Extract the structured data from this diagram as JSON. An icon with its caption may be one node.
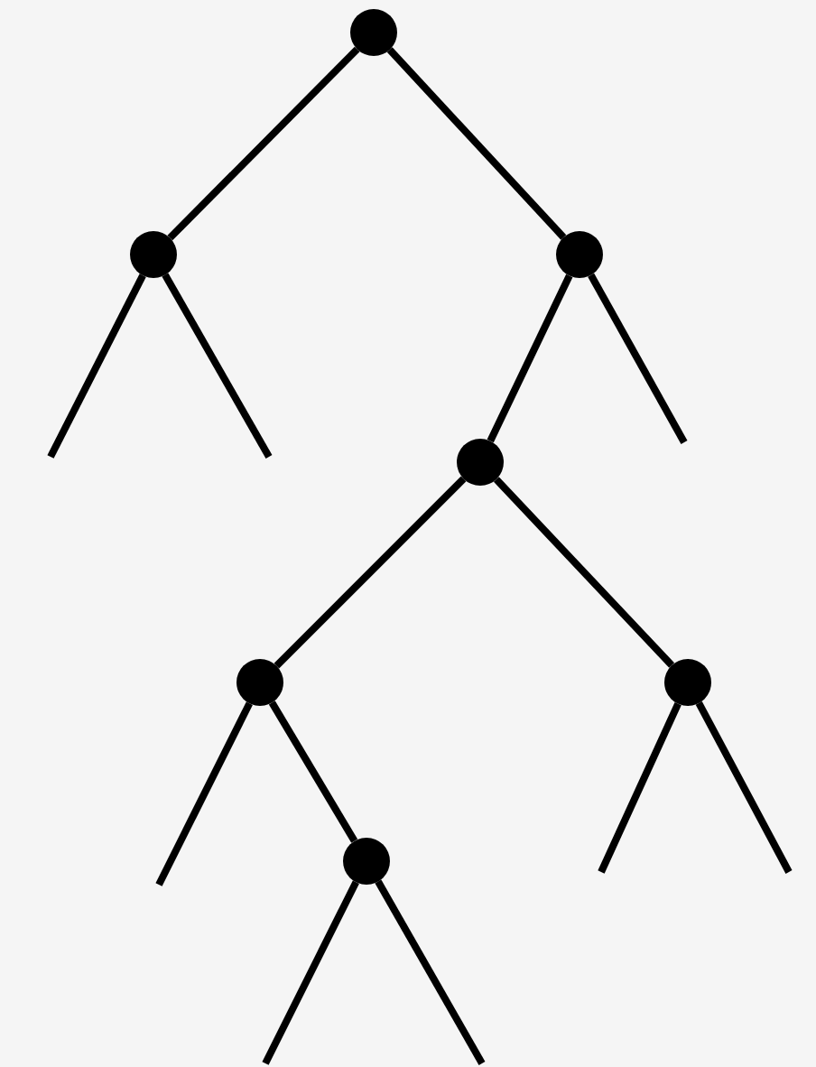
{
  "diagram": {
    "nodes": [
      {
        "text": [],
        "shape": "circle"
      },
      {
        "text": [],
        "shape": "circle"
      },
      {
        "text": [],
        "shape": "circle"
      },
      {
        "text": [],
        "shape": "circle"
      },
      {
        "text": [],
        "shape": "circle"
      },
      {
        "text": [],
        "shape": "circle"
      },
      {
        "text": [],
        "shape": "circle"
      }
    ],
    "edges": [
      {
        "from": 0,
        "to": 1,
        "arrow": "none"
      },
      {
        "from": 0,
        "to": 2,
        "arrow": "none"
      },
      {
        "from": 1,
        "to": null,
        "arrow": "none"
      },
      {
        "from": 1,
        "to": null,
        "arrow": "none"
      },
      {
        "from": 2,
        "to": 3,
        "arrow": "none"
      },
      {
        "from": 2,
        "to": null,
        "arrow": "none"
      },
      {
        "from": 3,
        "to": 4,
        "arrow": "none"
      },
      {
        "from": 3,
        "to": 5,
        "arrow": "none"
      },
      {
        "from": 4,
        "to": null,
        "arrow": "none"
      },
      {
        "from": 4,
        "to": 6,
        "arrow": "none"
      },
      {
        "from": 5,
        "to": null,
        "arrow": "none"
      },
      {
        "from": 5,
        "to": null,
        "arrow": "none"
      },
      {
        "from": 6,
        "to": null,
        "arrow": "none"
      },
      {
        "from": 6,
        "to": null,
        "arrow": "none"
      }
    ]
  }
}
